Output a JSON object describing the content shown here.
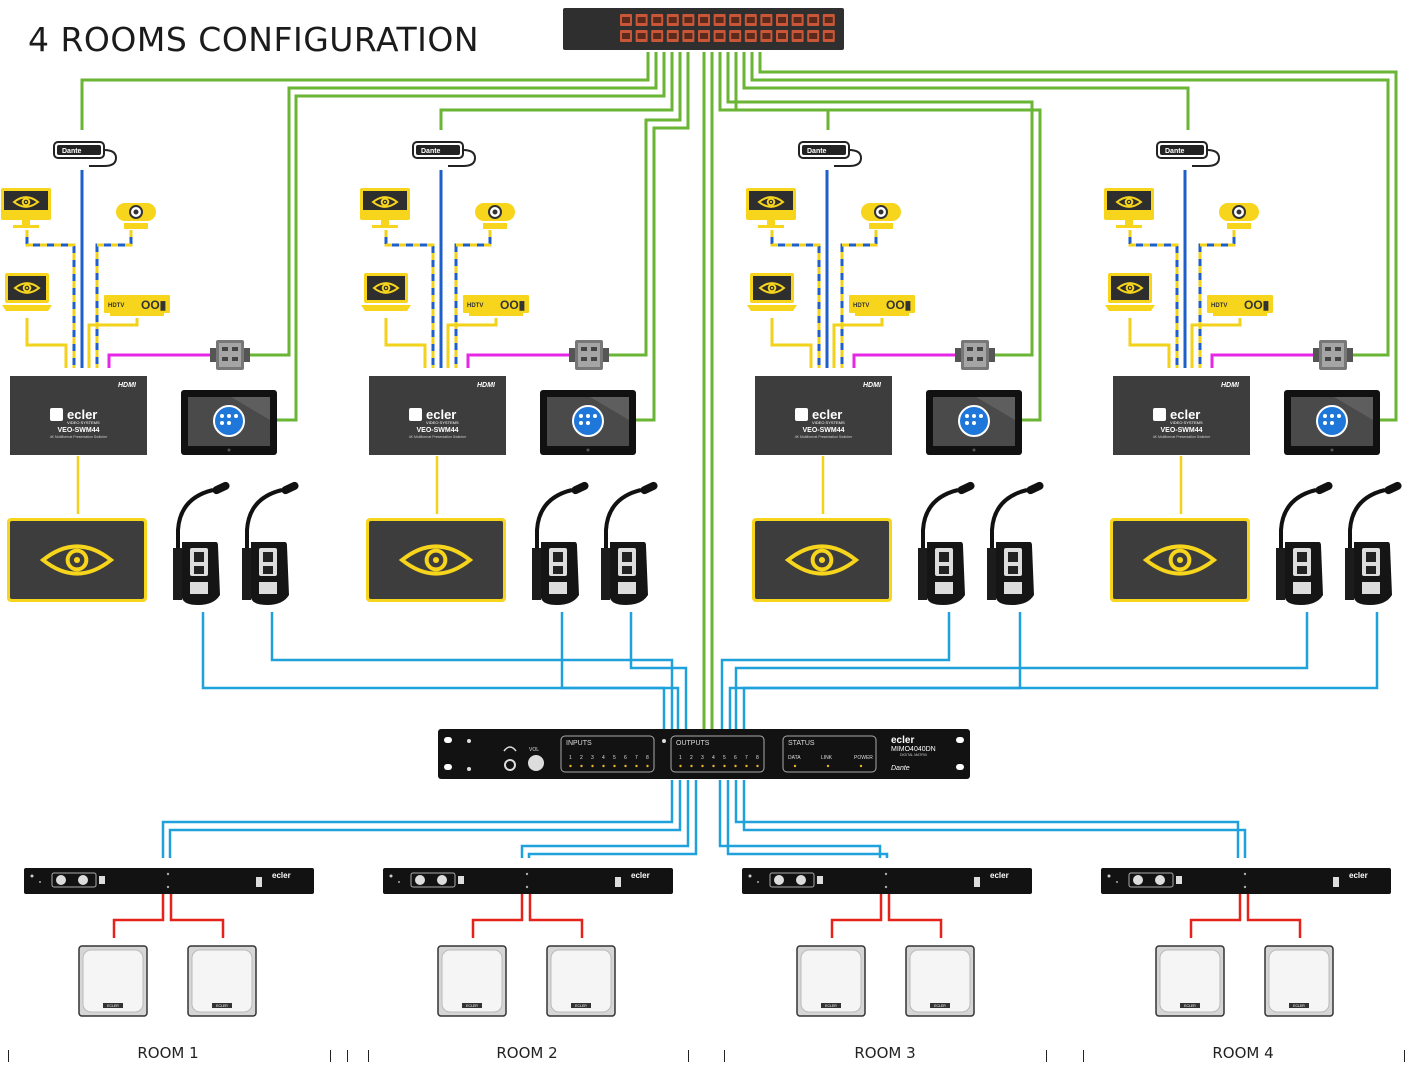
{
  "title": "4 ROOMS CONFIGURATION",
  "rooms": [
    {
      "label": "ROOM 1"
    },
    {
      "label": "ROOM 2"
    },
    {
      "label": "ROOM 3"
    },
    {
      "label": "ROOM 4"
    }
  ],
  "devices": {
    "dante_adapter_label": "Dante",
    "hdtv_label": "HDTV",
    "hdtv_symbols": "OO▮",
    "hdmi_badge": "HDMI",
    "switcher_brand": "ecler",
    "switcher_sub": "VIDEO SYSTEMS",
    "switcher_model": "VEO-SWM44",
    "switcher_desc": "4K Multiformat Presentation Switcher",
    "matrix_inputs_label": "INPUTS",
    "matrix_outputs_label": "OUTPUTS",
    "matrix_status_label": "STATUS",
    "matrix_channels": [
      "1",
      "2",
      "3",
      "4",
      "5",
      "6",
      "7",
      "8"
    ],
    "matrix_status_items": [
      "DATA",
      "LINK",
      "POWER"
    ],
    "matrix_brand": "ecler",
    "matrix_model": "MIMO4040DN",
    "matrix_model_sub": "DIGITAL MATRIX",
    "matrix_vol_label": "VOL",
    "matrix_dante": "Dante",
    "amp_brand": "ecler",
    "speaker_badge": "ECLER"
  },
  "colors": {
    "network": "#6ab534",
    "dante_blue": "#1f5fc9",
    "hdmi_yellow": "#f2d21b",
    "control_magenta": "#e627e6",
    "audio_cyan": "#1fa2dc",
    "speaker_red": "#e5231b",
    "device_dark": "#3d3d3d",
    "screen_yellow": "#f7d51d"
  }
}
